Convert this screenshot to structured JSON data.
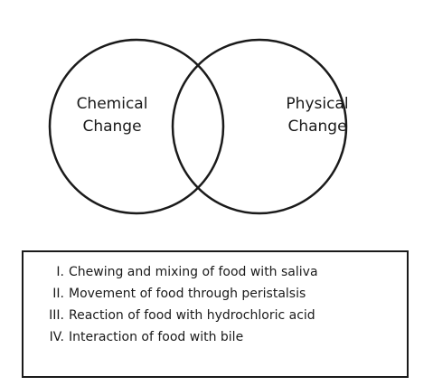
{
  "venn": {
    "left_label_line1": "Chemical",
    "left_label_line2": "Change",
    "right_label_line1": "Physical",
    "right_label_line2": "Change"
  },
  "list": {
    "items": [
      {
        "numeral": "I.",
        "text": "Chewing and mixing of food with saliva"
      },
      {
        "numeral": "II.",
        "text": "Movement of food through peristalsis"
      },
      {
        "numeral": "III.",
        "text": "Reaction of food with hydrochloric acid"
      },
      {
        "numeral": "IV.",
        "text": "Interaction of food with bile"
      }
    ]
  }
}
